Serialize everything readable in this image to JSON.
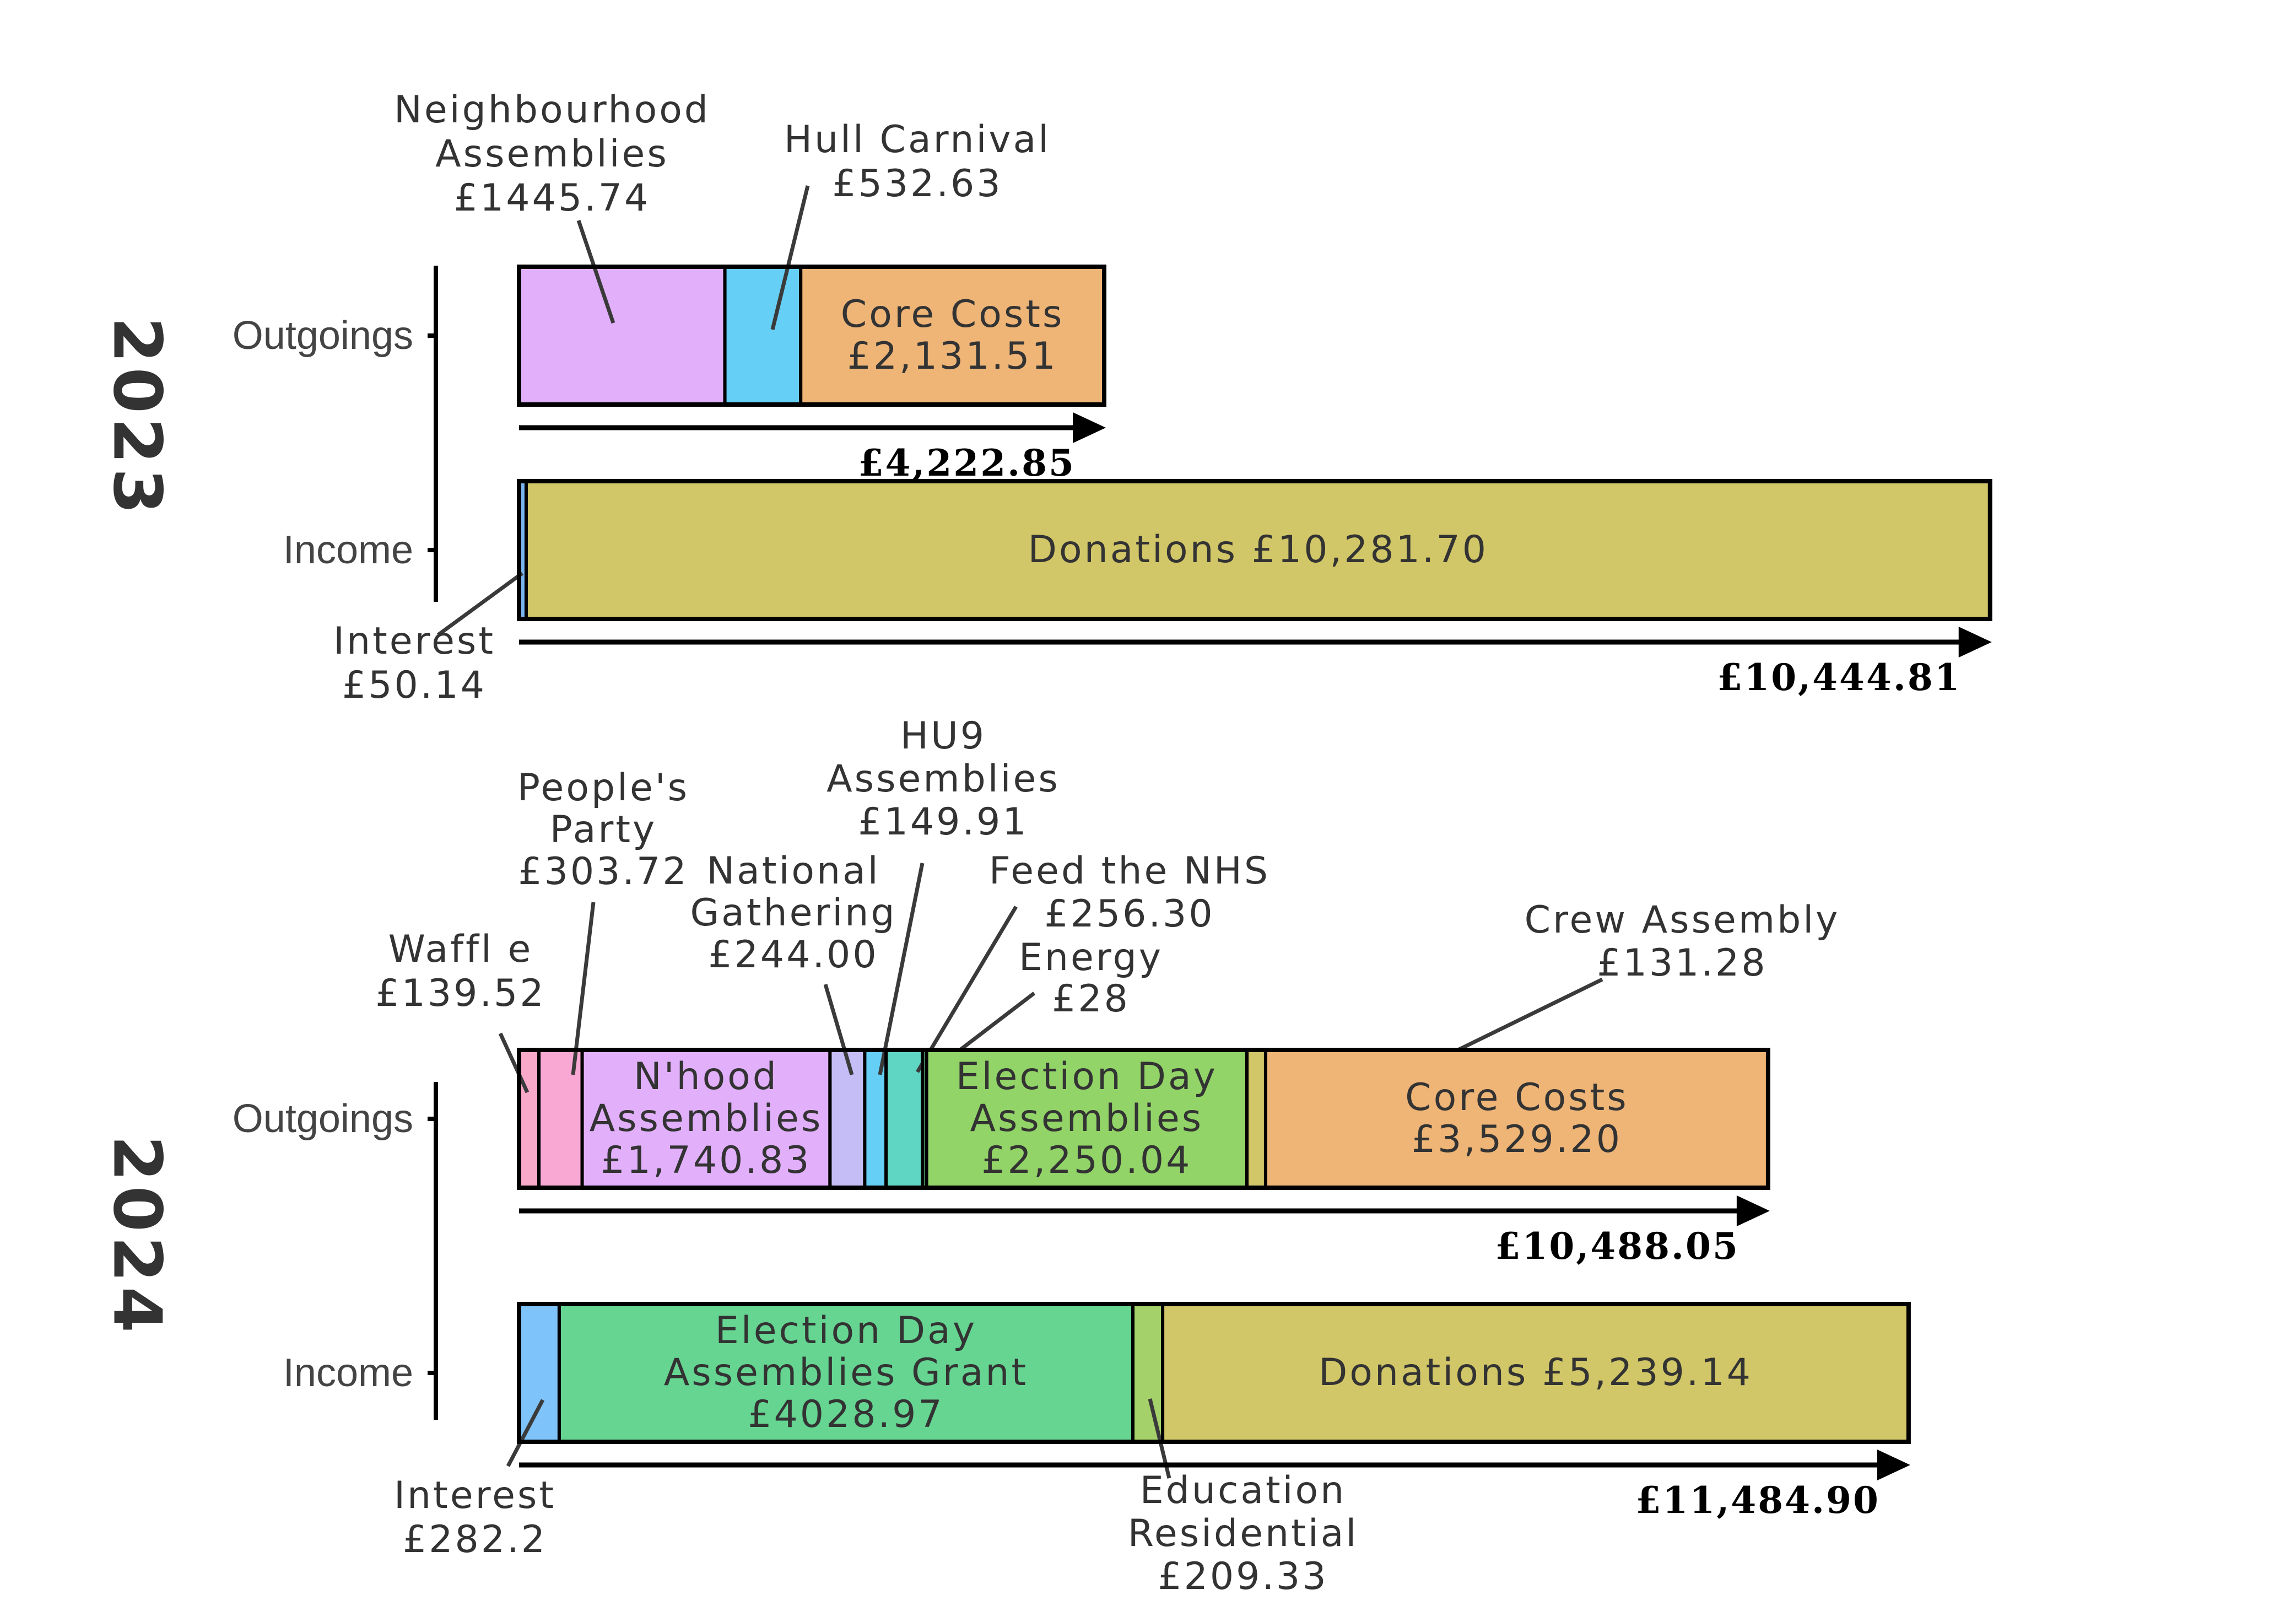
{
  "chart_data": {
    "type": "bar",
    "orientation": "horizontal-stacked",
    "panels": [
      {
        "year": "2023",
        "category_labels": [
          "Outgoings",
          "Income"
        ],
        "bars": [
          {
            "category": "Outgoings",
            "total_label": "£4,222.85",
            "segments": [
              {
                "name": "Neighbourhood Assemblies",
                "value": 1445.74,
                "color": "#e2b0fb",
                "label_lines": [
                  "Neighbourhood",
                  "Assemblies",
                  "£1445.74"
                ],
                "label_mode": "external"
              },
              {
                "name": "Hull Carnival",
                "value": 532.63,
                "color": "#66cff6",
                "label_lines": [
                  "Hull Carnival",
                  "£532.63"
                ],
                "label_mode": "external"
              },
              {
                "name": "Core Costs",
                "value": 2131.51,
                "color": "#eeb577",
                "label_lines": [
                  "Core Costs",
                  "£2,131.51"
                ],
                "label_mode": "internal"
              }
            ]
          },
          {
            "category": "Income",
            "total_label": "£10,444.81",
            "segments": [
              {
                "name": "Interest",
                "value": 50.14,
                "color": "#7ab6f2",
                "label_lines": [
                  "Interest",
                  "£50.14"
                ],
                "label_mode": "external"
              },
              {
                "name": "Donations",
                "value": 10281.7,
                "color": "#d2c768",
                "label_lines": [
                  "Donations £10,281.70"
                ],
                "label_mode": "internal"
              }
            ]
          }
        ]
      },
      {
        "year": "2024",
        "category_labels": [
          "Outgoings",
          "Income"
        ],
        "bars": [
          {
            "category": "Outgoings",
            "total_label": "£10,488.05",
            "segments": [
              {
                "name": "Waffle",
                "value": 139.52,
                "color": "#f8a9c8",
                "label_lines": [
                  "Waffl e",
                  "£139.52"
                ],
                "label_mode": "external"
              },
              {
                "name": "People's Party",
                "value": 303.72,
                "color": "#f9a8d4",
                "label_lines": [
                  "People's",
                  "Party",
                  "£303.72"
                ],
                "label_mode": "external"
              },
              {
                "name": "N'hood Assemblies",
                "value": 1740.83,
                "color": "#e2b0fb",
                "label_lines": [
                  "N'hood",
                  "Assemblies",
                  "£1,740.83"
                ],
                "label_mode": "internal"
              },
              {
                "name": "National Gathering",
                "value": 244.0,
                "color": "#c5bdf6",
                "label_lines": [
                  "National",
                  "Gathering",
                  "£244.00"
                ],
                "label_mode": "external"
              },
              {
                "name": "HU9 Assemblies",
                "value": 149.91,
                "color": "#66cff6",
                "label_lines": [
                  "HU9",
                  "Assemblies",
                  "£149.91"
                ],
                "label_mode": "external"
              },
              {
                "name": "Feed the NHS",
                "value": 256.3,
                "color": "#5fd6c4",
                "label_lines": [
                  "Feed the NHS",
                  "£256.30"
                ],
                "label_mode": "external"
              },
              {
                "name": "Energy",
                "value": 28,
                "color": "#6fd495",
                "label_lines": [
                  "Energy",
                  "£28"
                ],
                "label_mode": "external"
              },
              {
                "name": "Election Day Assemblies",
                "value": 2250.04,
                "color": "#92d468",
                "label_lines": [
                  "Election Day",
                  "Assemblies",
                  "£2,250.04"
                ],
                "label_mode": "internal"
              },
              {
                "name": "Crew Assembly",
                "value": 131.28,
                "color": "#d2c768",
                "label_lines": [
                  "Crew Assembly",
                  "£131.28"
                ],
                "label_mode": "external"
              },
              {
                "name": "Core Costs",
                "value": 3529.2,
                "color": "#eeb577",
                "label_lines": [
                  "Core Costs",
                  "£3,529.20"
                ],
                "label_mode": "internal"
              }
            ]
          },
          {
            "category": "Income",
            "total_label": "£11,484.90",
            "segments": [
              {
                "name": "Interest",
                "value": 282.2,
                "color": "#7ec3f9",
                "label_lines": [
                  "Interest",
                  "£282.2"
                ],
                "label_mode": "external"
              },
              {
                "name": "Election Day Assemblies Grant",
                "value": 4028.97,
                "color": "#66d592",
                "label_lines": [
                  "Election Day",
                  "Assemblies Grant",
                  "£4028.97"
                ],
                "label_mode": "internal"
              },
              {
                "name": "Education Residential",
                "value": 209.33,
                "color": "#a5d16a",
                "label_lines": [
                  "Education",
                  "Residential",
                  "£209.33"
                ],
                "label_mode": "external"
              },
              {
                "name": "Donations",
                "value": 5239.14,
                "color": "#d2c768",
                "label_lines": [
                  "Donations £5,239.14"
                ],
                "label_mode": "internal"
              }
            ]
          }
        ]
      }
    ]
  }
}
